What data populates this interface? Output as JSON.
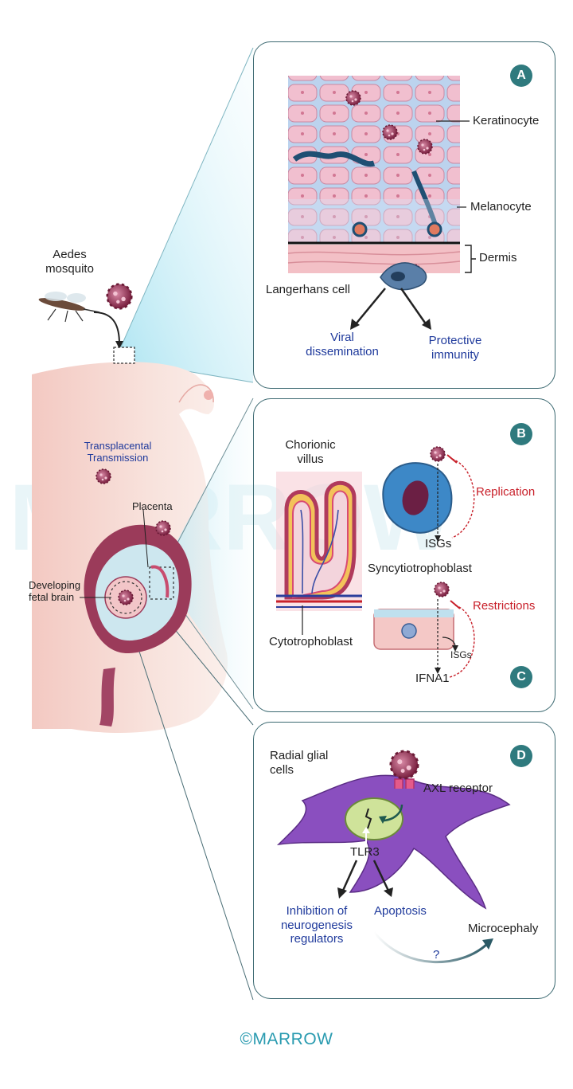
{
  "left": {
    "mosquito_label": "Aedes\nmosquito",
    "transmission_label": "Transplacental\nTransmission",
    "placenta_label": "Placenta",
    "fetal_brain_label": "Developing\nfetal brain",
    "watermark": "MARROW"
  },
  "panel_a": {
    "badge": "A",
    "keratinocyte": "Keratinocyte",
    "melanocyte": "Melanocyte",
    "dermis": "Dermis",
    "langerhans": "Langerhans cell",
    "viral_dissemination": "Viral\ndissemination",
    "protective_immunity": "Protective\nimmunity"
  },
  "panel_bc": {
    "badge_b": "B",
    "badge_c": "C",
    "chorionic_villus": "Chorionic\nvillus",
    "replication": "Replication",
    "isgs_top": "ISGs",
    "syncytiotrophoblast": "Syncytiotrophoblast",
    "restrictions": "Restrictions",
    "cytotrophoblast": "Cytotrophoblast",
    "isgs_small": "ISGs",
    "ifna1": "IFNA1"
  },
  "panel_d": {
    "badge": "D",
    "radial_glial": "Radial glial\ncells",
    "axl_receptor": "AXL receptor",
    "tlr3": "TLR3",
    "inhibition": "Inhibition of\nneurogenesis\nregulators",
    "apoptosis": "Apoptosis",
    "microcephaly": "Microcephaly",
    "question": "?"
  },
  "footer": "©MARROW",
  "colors": {
    "panel_border": "#3d6a72",
    "badge": "#2f7a7e",
    "blue_text": "#1f3a9c",
    "red_text": "#c8202a",
    "virus": "#8a2a4a",
    "skin_body": "#f6dcd6",
    "cyan_beam": "#bfe9f3"
  }
}
